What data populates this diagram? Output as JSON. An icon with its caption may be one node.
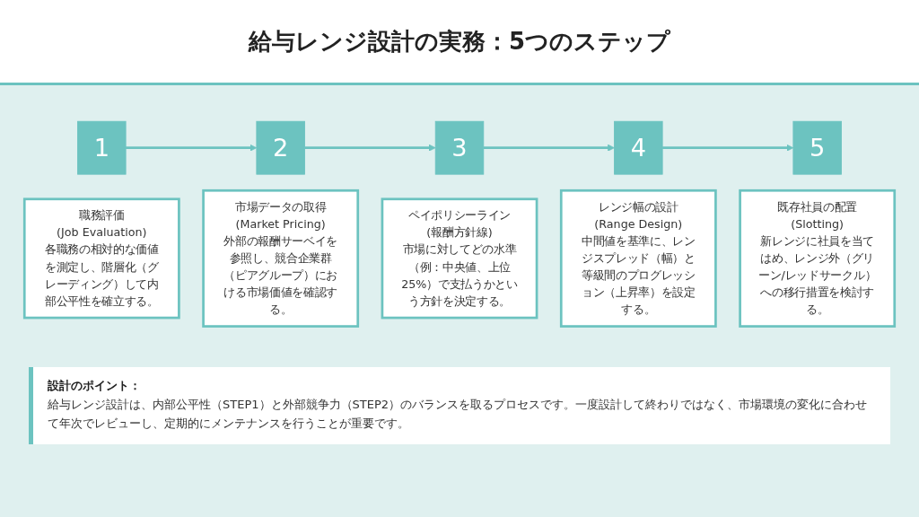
{
  "diagram": {
    "title": "給与レンジ設計の実務：5つのステップ",
    "nodes": [
      {
        "text": [
          "1"
        ]
      },
      {
        "text": [
          "2"
        ]
      },
      {
        "text": [
          "3"
        ]
      },
      {
        "text": [
          "4"
        ]
      },
      {
        "text": [
          "5"
        ]
      },
      {
        "text": [
          "職務評価",
          "(Job Evaluation)",
          "各職務の相対的な価値を測定し、階層化（グレーディング）して内部公平性を確立する。"
        ]
      },
      {
        "text": [
          "市場データの取得",
          "(Market Pricing)",
          "外部の報酬サーベイを参照し、競合企業群（ピアグループ）における市場価値を確認する。"
        ]
      },
      {
        "text": [
          "ペイポリシーライン",
          "(報酬方針線)",
          "市場に対してどの水準（例：中央値、上位25%）で支払うかという方針を決定する。"
        ]
      },
      {
        "text": [
          "レンジ幅の設計",
          "(Range Design)",
          "中間値を基準に、レンジスプレッド（幅）と等級間のプログレッション（上昇率）を設定する。"
        ]
      },
      {
        "text": [
          "既存社員の配置",
          "(Slotting)",
          "新レンジに社員を当てはめ、レンジ外（グリーン/レッドサークル）への移行措置を検討する。"
        ]
      }
    ],
    "edges": [
      {
        "from": 0,
        "to": 1,
        "arrow": "to"
      },
      {
        "from": 1,
        "to": 2,
        "arrow": "to"
      },
      {
        "from": 2,
        "to": 3,
        "arrow": "to"
      },
      {
        "from": 3,
        "to": 4,
        "arrow": "to"
      }
    ],
    "labels": [
      "設計のポイント：",
      "給与レンジ設計は、内部公平性（STEP1）と外部競争力（STEP2）のバランスを取るプロセスです。一度設計して終わりではなく、市場環境の変化に合わせて年次でレビューし、定期的にメンテナンスを行うことが重要です。"
    ]
  }
}
